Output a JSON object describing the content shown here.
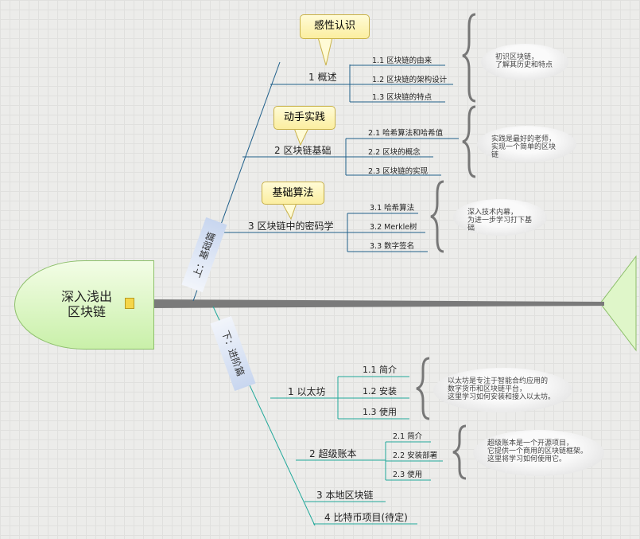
{
  "root": {
    "title_line1": "深入浅出",
    "title_line2": "区块链",
    "icon": "note-icon"
  },
  "upper": {
    "label": "上：基础篇",
    "topics": [
      {
        "label": "1  概述",
        "callout": "感性认识",
        "subs": [
          "1.1  区块链的由来",
          "1.2  区块链的架构设计",
          "1.3  区块链的特点"
        ],
        "note": [
          "初识区块链，",
          "了解其历史和特点"
        ]
      },
      {
        "label": "2  区块链基础",
        "callout": "动手实践",
        "subs": [
          "2.1  哈希算法和哈希值",
          "2.2  区块的概念",
          "2.3  区块链的实现"
        ],
        "note": [
          "实践是最好的老师，",
          "实现一个简单的区块链"
        ]
      },
      {
        "label": "3  区块链中的密码学",
        "callout": "基础算法",
        "subs": [
          "3.1  哈希算法",
          "3.2  Merkle树",
          "3.3  数字签名"
        ],
        "note": [
          "深入技术内幕，",
          "为进一步学习打下基础"
        ]
      }
    ]
  },
  "lower": {
    "label": "下：进阶篇",
    "topics": [
      {
        "label": "1  以太坊",
        "subs": [
          "1.1  简介",
          "1.2  安装",
          "1.3  使用"
        ],
        "note": [
          "以太坊是专注于智能合约应用的",
          "数字货币和区块链平台，",
          "这里学习如何安装和接入以太坊。"
        ]
      },
      {
        "label": "2  超级账本",
        "subs": [
          "2.1  简介",
          "2.2  安装部署",
          "2.3  使用"
        ],
        "note": [
          "超级账本是一个开源项目，",
          "它提供一个商用的区块链框架。",
          "这里将学习如何使用它。"
        ]
      },
      {
        "label": "3  本地区块链"
      },
      {
        "label": "4  比特币项目(待定)"
      }
    ]
  },
  "colors": {
    "upper_line": "#1f5f8a",
    "lower_line": "#20a89a",
    "spine": "#7a7a7a",
    "head_fill": "#d8f5c0"
  }
}
